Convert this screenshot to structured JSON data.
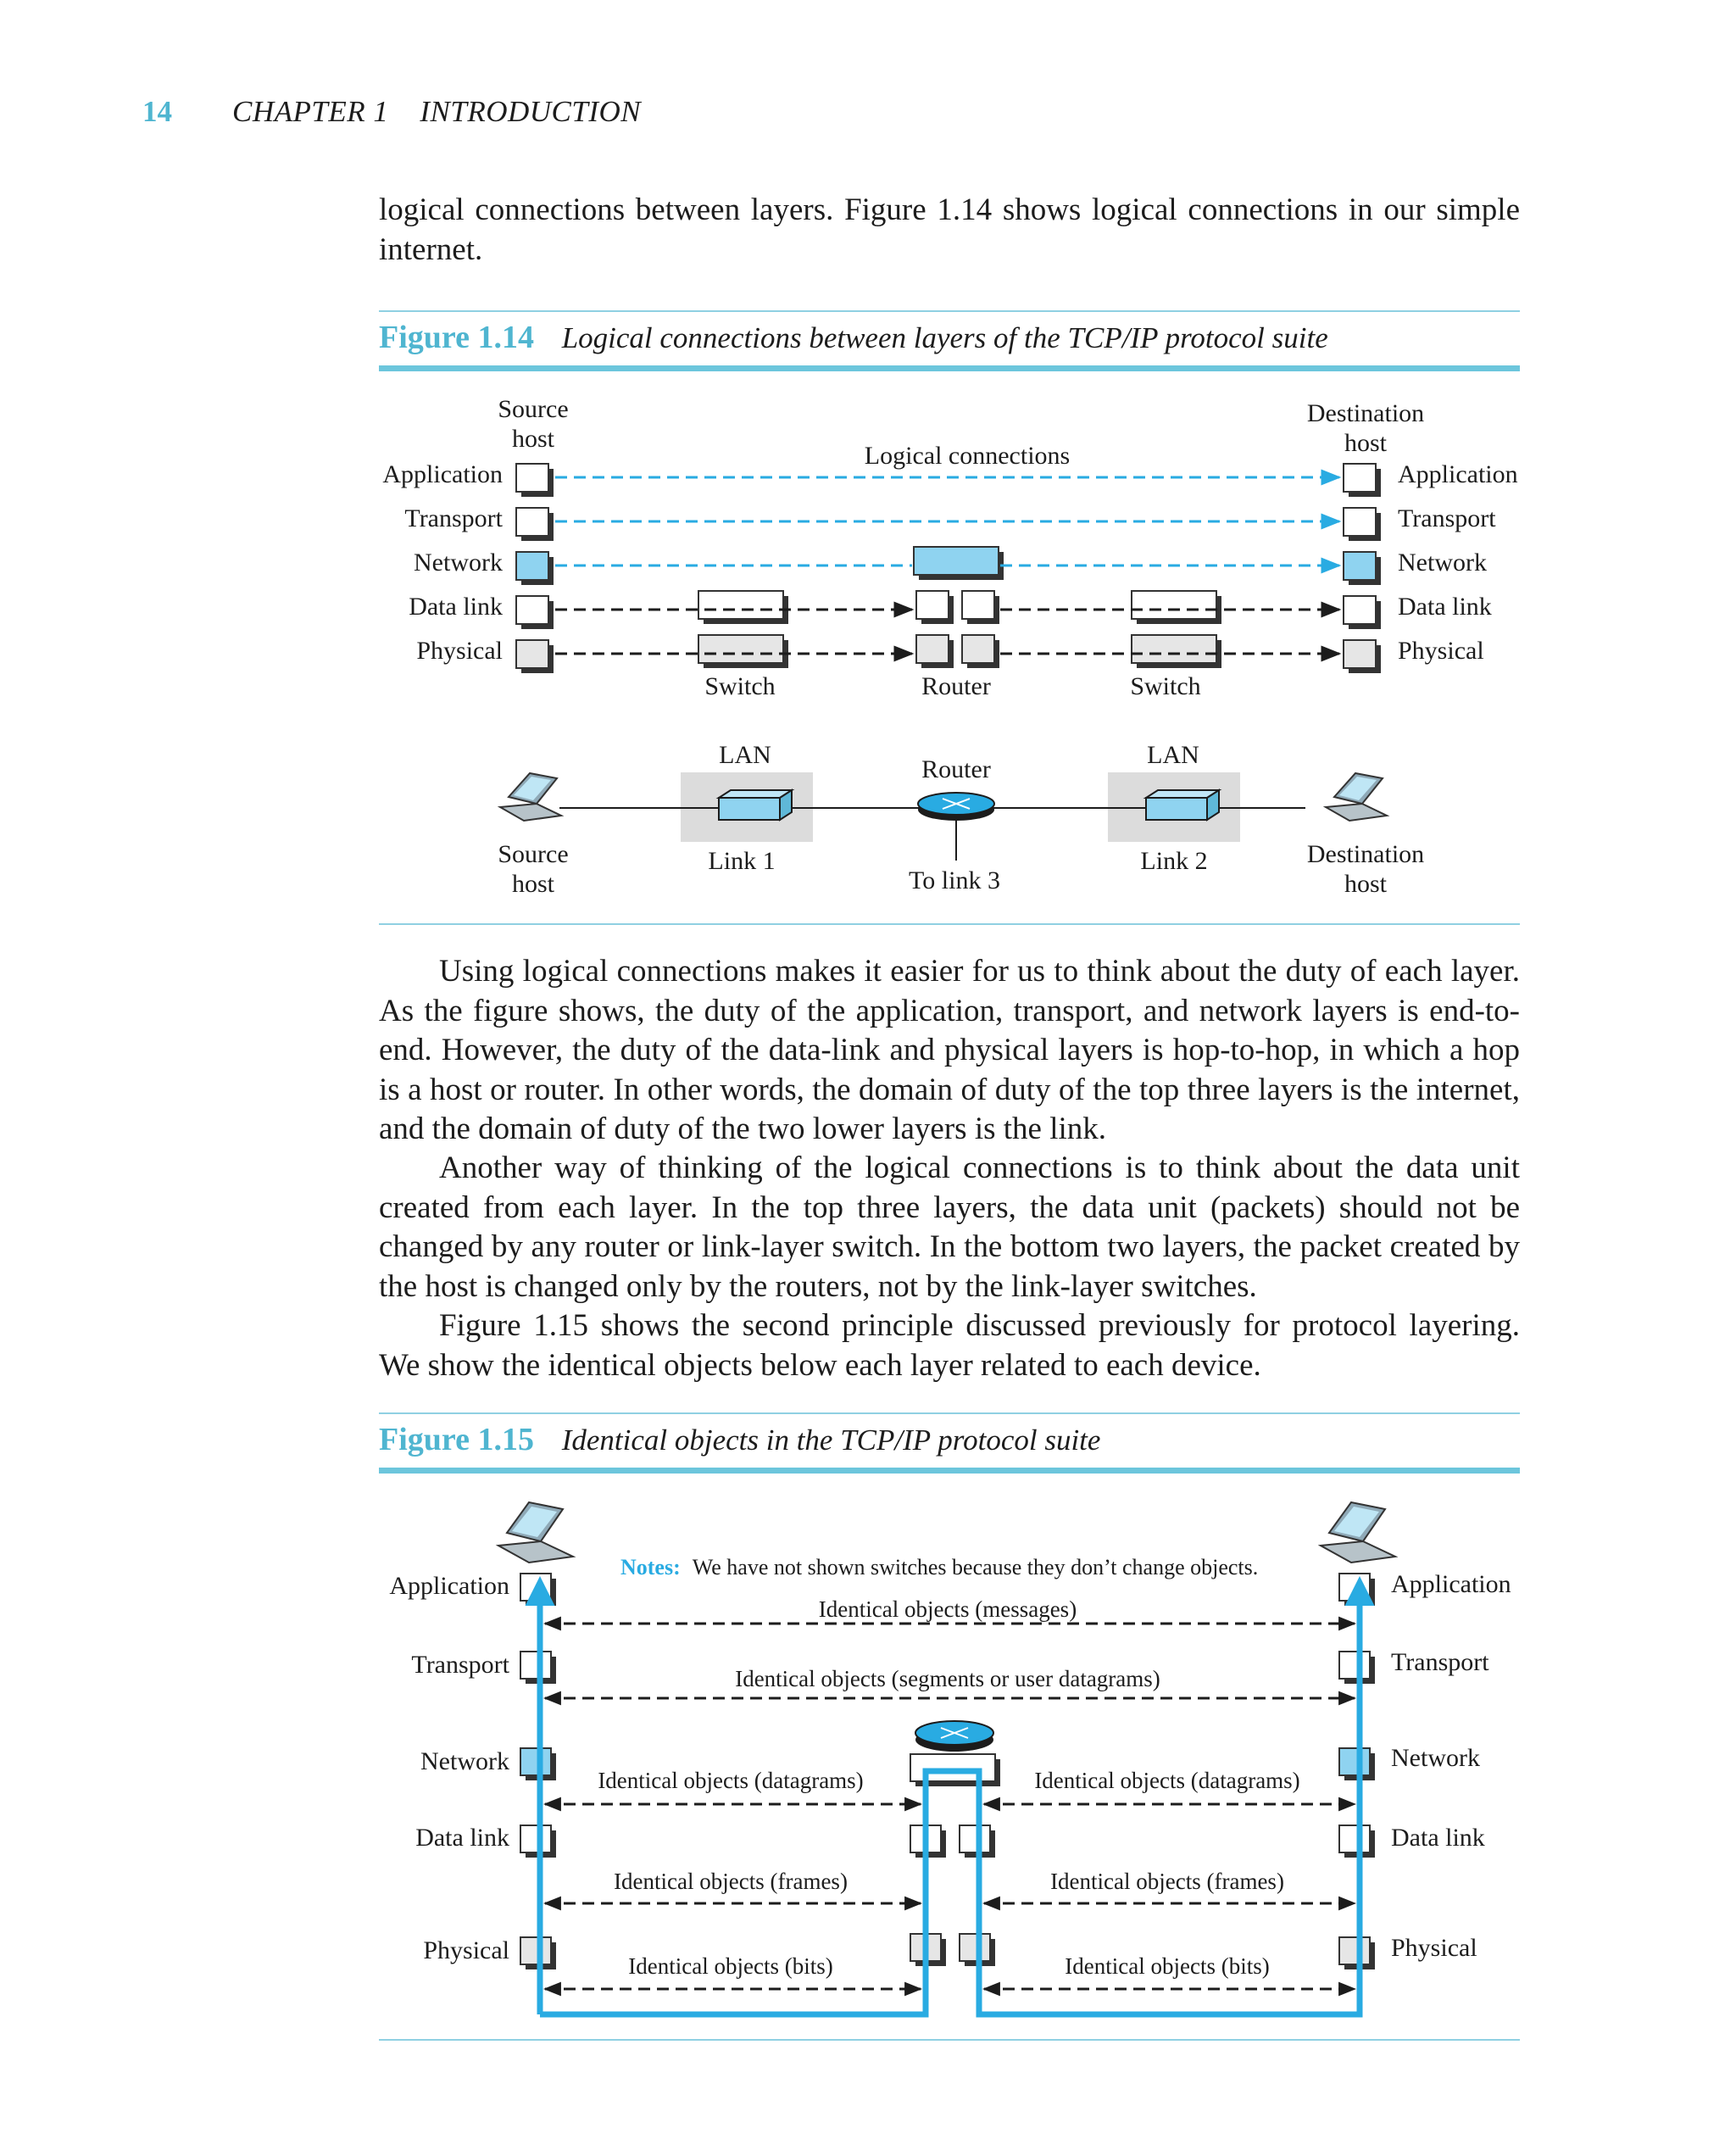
{
  "header": {
    "page_number": "14",
    "chapter": "CHAPTER 1    INTRODUCTION"
  },
  "intro_text": "logical connections between layers. Figure 1.14 shows logical connections in our simple internet.",
  "figure_1_14": {
    "number": "Figure 1.14",
    "title": "Logical connections between layers of the TCP/IP protocol suite",
    "source_host": [
      "Source",
      "host"
    ],
    "destination_host": [
      "Destination",
      "host"
    ],
    "logical_connections": "Logical connections",
    "layers": [
      "Application",
      "Transport",
      "Network",
      "Data link",
      "Physical"
    ],
    "device_labels": [
      "Switch",
      "Router",
      "Switch"
    ],
    "network": {
      "lan": "LAN",
      "router": "Router",
      "link1": "Link 1",
      "link2": "Link 2",
      "to_link3": "To link 3"
    }
  },
  "paragraphs": [
    "Using logical connections makes it easier for us to think about the duty of each layer. As the figure shows, the duty of the application, transport, and network layers is end-to-end. However, the duty of the data-link and physical layers is hop-to-hop, in which a hop is a host or router. In other words, the domain of duty of the top three layers is the internet, and the domain of duty of the two lower layers is the link.",
    "Another way of thinking of the logical connections is to think about the data unit created from each layer. In the top three layers, the data unit (packets) should not be changed by any router or link-layer switch. In the bottom two layers, the packet created by the host is changed only by the routers, not by the link-layer switches.",
    "Figure 1.15 shows the second principle discussed previously for protocol layering. We show the identical objects below each layer related to each device."
  ],
  "figure_1_15": {
    "number": "Figure 1.15",
    "title": "Identical objects in the TCP/IP protocol suite",
    "notes_label": "Notes:",
    "notes_text": "We have not shown switches because they don’t change objects.",
    "layers": [
      "Application",
      "Transport",
      "Network",
      "Data link",
      "Physical"
    ],
    "identical_objects": {
      "messages": "Identical objects (messages)",
      "segments": "Identical objects (segments or user datagrams)",
      "datagrams": "Identical objects (datagrams)",
      "frames": "Identical objects (frames)",
      "bits": "Identical objects (bits)"
    }
  },
  "colors": {
    "accent": "#4fb5d0",
    "connection": "#29abe2",
    "network_layer": "#8fd3f0",
    "physical_layer": "#e6e6e6",
    "lan_shade": "#dcdcdc"
  }
}
